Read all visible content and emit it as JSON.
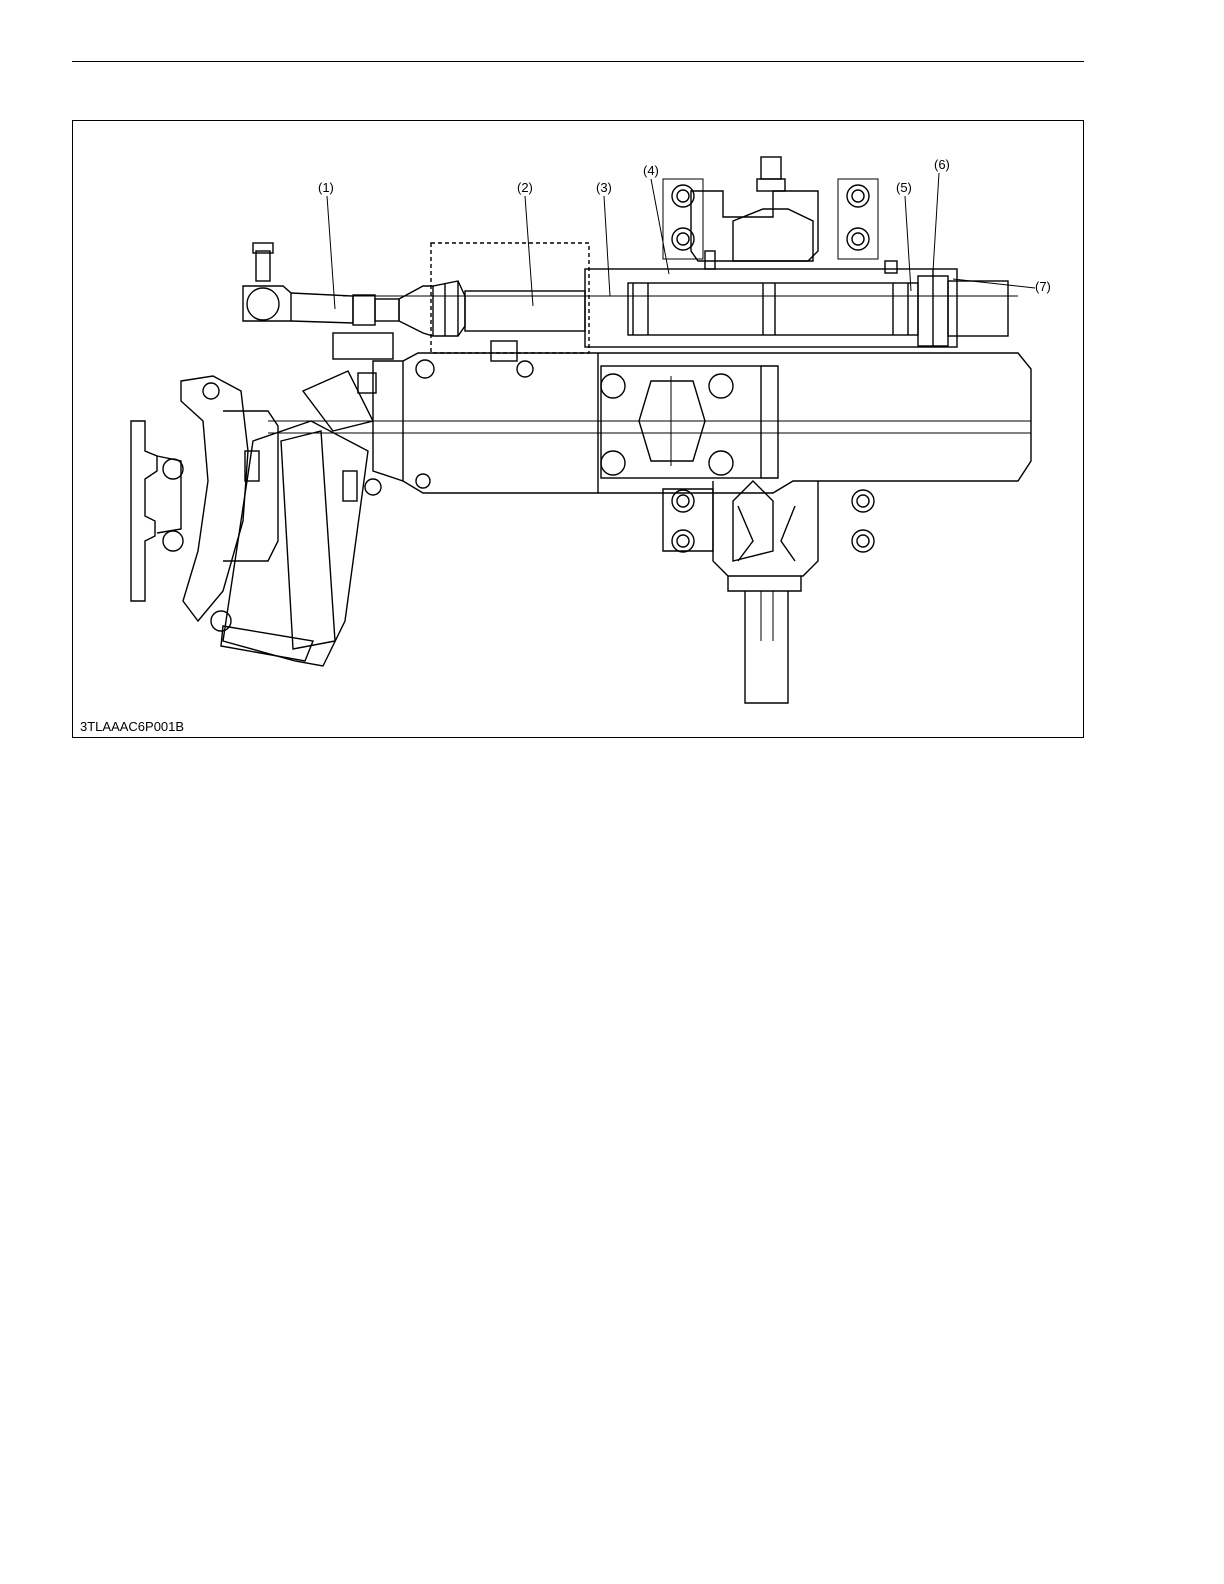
{
  "figure": {
    "id": "3TLAAAC6P001B",
    "callouts": [
      "(1)",
      "(2)",
      "(3)",
      "(4)",
      "(5)",
      "(6)",
      "(7)"
    ]
  },
  "colors": {
    "line": "#000000",
    "background": "#ffffff"
  }
}
